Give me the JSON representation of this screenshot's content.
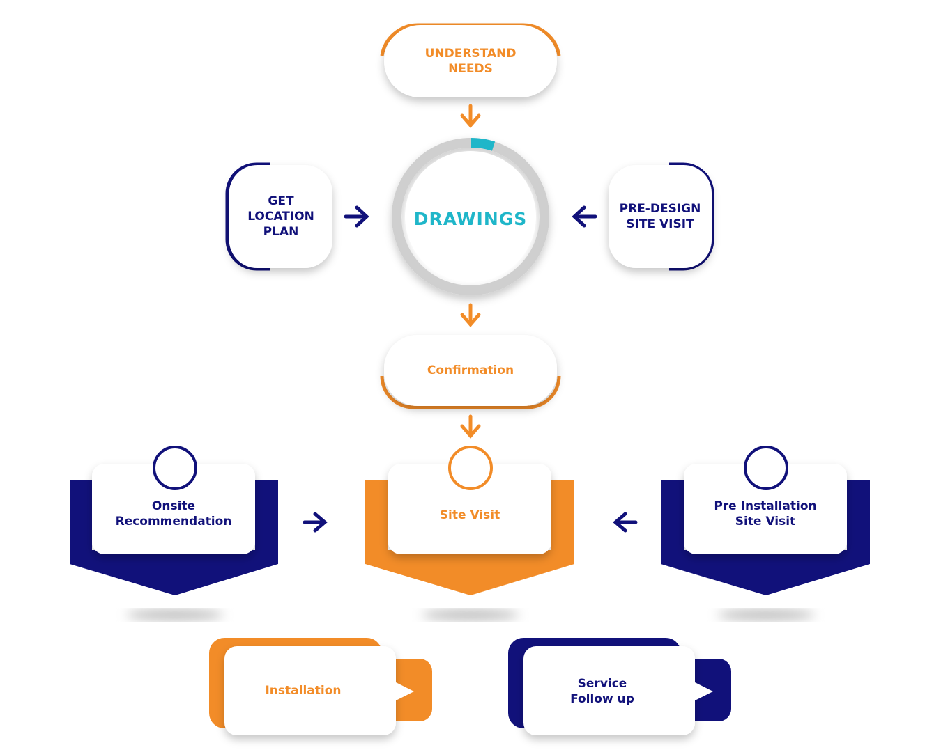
{
  "colors": {
    "orange": "#f28c28",
    "navy": "#11117a",
    "cyan": "#1fb6c9",
    "ring_gray": "#c8c8c8"
  },
  "nodes": {
    "understand_needs": "UNDERSTAND\nNEEDS",
    "drawings": "DRAWINGS",
    "get_location_plan": "GET\nLOCATION\nPLAN",
    "pre_design_site_visit": "PRE-DESIGN\nSITE VISIT",
    "confirmation": "Confirmation",
    "site_visit": "Site Visit",
    "onsite_recommendation": "Onsite\nRecommendation",
    "pre_installation_site_visit": "Pre Installation\nSite Visit",
    "installation": "Installation",
    "service_follow_up": "Service\nFollow up"
  },
  "arrows": [
    {
      "from": "understand_needs",
      "to": "drawings",
      "icon": "arrow-down-icon"
    },
    {
      "from": "get_location_plan",
      "to": "drawings",
      "icon": "arrow-right-icon"
    },
    {
      "from": "pre_design_site_visit",
      "to": "drawings",
      "icon": "arrow-left-icon"
    },
    {
      "from": "drawings",
      "to": "confirmation",
      "icon": "arrow-down-icon"
    },
    {
      "from": "confirmation",
      "to": "site_visit",
      "icon": "arrow-down-icon"
    },
    {
      "from": "onsite_recommendation",
      "to": "site_visit",
      "icon": "arrow-right-icon"
    },
    {
      "from": "pre_installation_site_visit",
      "to": "site_visit",
      "icon": "arrow-left-icon"
    }
  ]
}
